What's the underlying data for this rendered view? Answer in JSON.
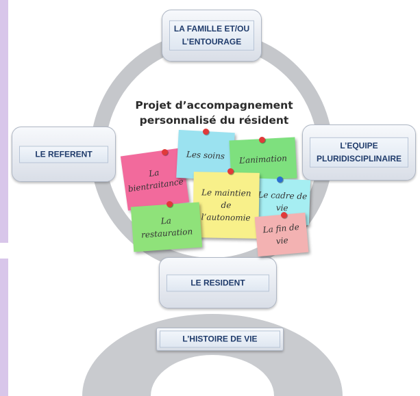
{
  "title": "Projet d’accompagnement personnalisé du résident",
  "nodes": {
    "famille": "LA FAMILLE ET/OU L’ENTOURAGE",
    "referent": "LE REFERENT",
    "equipe": "L’EQUIPE PLURIDISCIPLINAIRE",
    "resident": "LE RESIDENT",
    "histoire": "L’HISTOIRE DE VIE"
  },
  "notes": {
    "soins": "Les soins",
    "animation": "L’animation",
    "bientraitance": "La bientraitance",
    "maintien": "Le maintien de l’autonomie",
    "cadre": "Le cadre de vie",
    "restauration": "La restauration",
    "fin": "La fin de vie"
  },
  "colors": {
    "ring": "#c5c7cb",
    "soins": "#9be2f0",
    "animation": "#7ee07e",
    "bientraitance": "#f26a9c",
    "maintien": "#f8f08a",
    "cadre": "#a6eef2",
    "restauration": "#8fe27a",
    "fin": "#f3b2b2"
  }
}
